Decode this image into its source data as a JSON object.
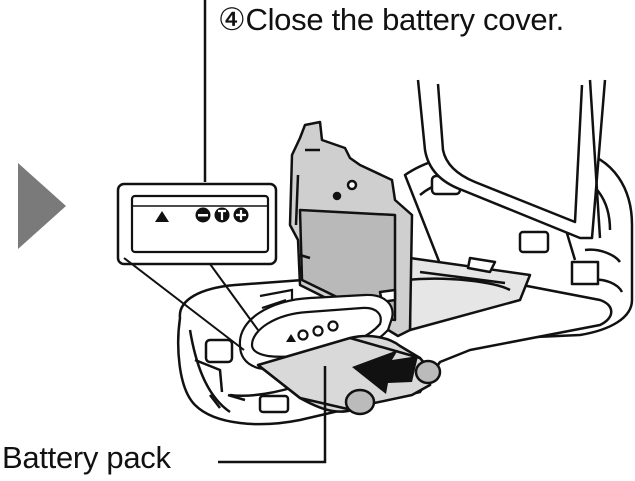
{
  "step": {
    "number": "④",
    "text": "Close the battery cover."
  },
  "callouts": {
    "battery_pack": "Battery pack"
  },
  "zoom_inset": {
    "symbols": [
      "▲",
      "⊖",
      "T",
      "⊕"
    ]
  },
  "colors": {
    "ink": "#111111",
    "arrow_gray": "#7a7a7a",
    "cover_fill": "#c9c9c9",
    "battery_fill": "#d9d9d9",
    "insert_arrow": "#111111"
  },
  "icons": {
    "next_step": "play-triangle-icon",
    "insert_direction": "arrow-left-icon"
  }
}
